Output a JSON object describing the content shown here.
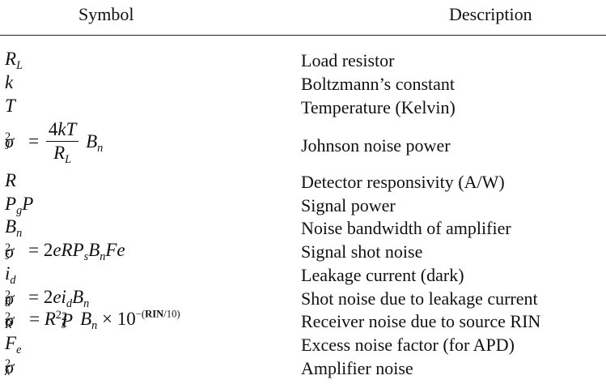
{
  "header": {
    "symbol": "Symbol",
    "description": "Description"
  },
  "rows": [
    {
      "description": "Load resistor"
    },
    {
      "description": "Boltzmann’s constant"
    },
    {
      "description": "Temperature (Kelvin)"
    },
    {
      "description": "Johnson noise power"
    },
    {
      "description": "Detector responsivity (A/W)"
    },
    {
      "description": "Signal power"
    },
    {
      "description": "Noise bandwidth of amplifier"
    },
    {
      "description": "Signal shot noise"
    },
    {
      "description": "Leakage current (dark)"
    },
    {
      "description": "Shot noise due to leakage current"
    },
    {
      "description": "Receiver noise due to source RIN"
    },
    {
      "description": "Excess noise factor (for APD)"
    },
    {
      "description": "Amplifier noise"
    }
  ]
}
